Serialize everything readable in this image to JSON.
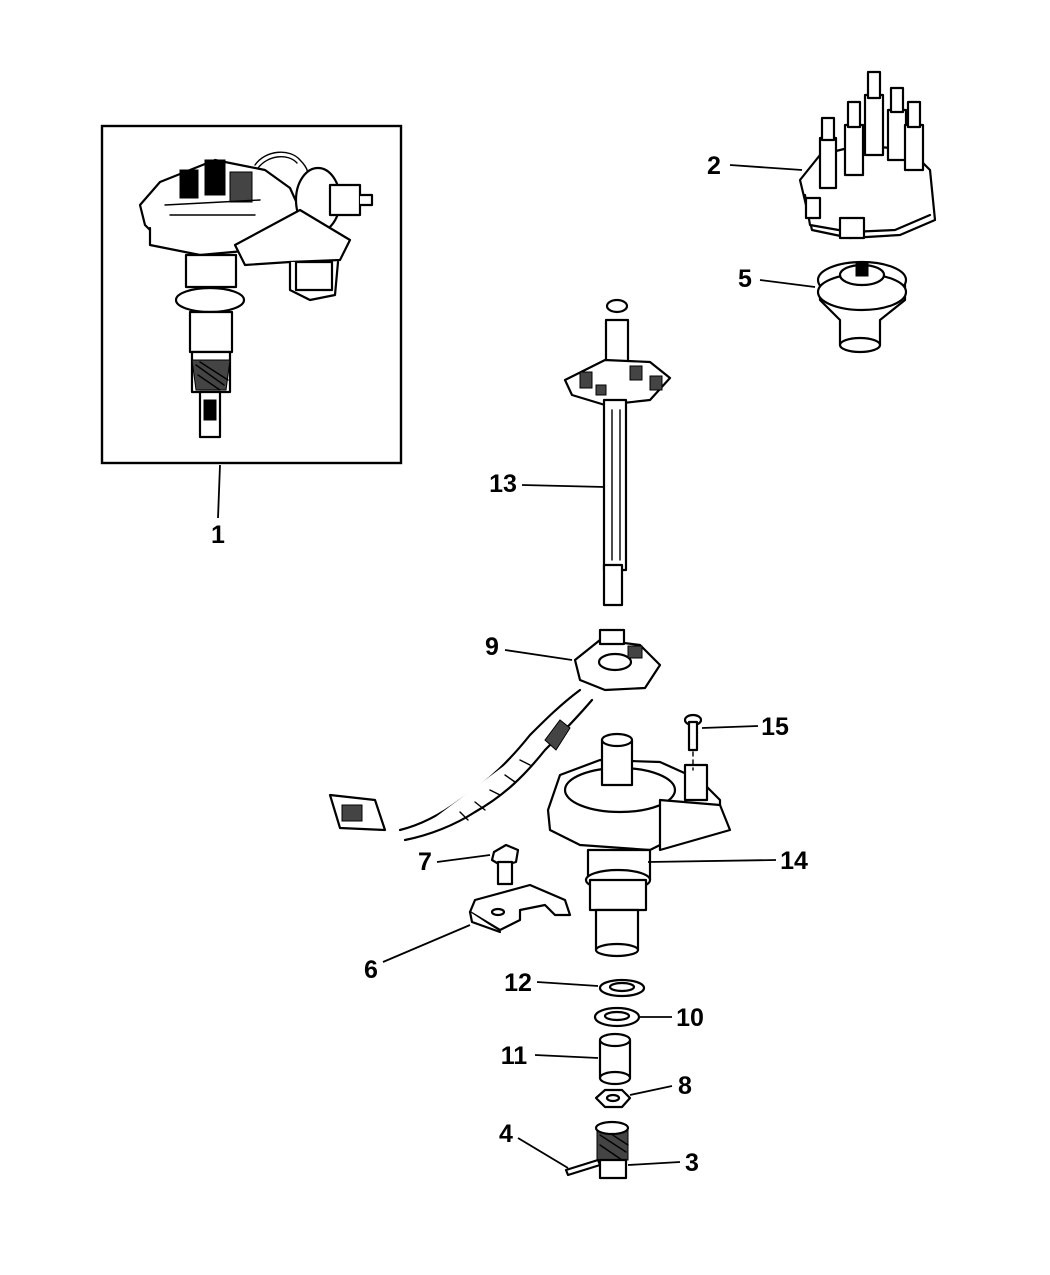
{
  "diagram": {
    "callouts": [
      {
        "id": "1",
        "label": "1"
      },
      {
        "id": "2",
        "label": "2"
      },
      {
        "id": "3",
        "label": "3"
      },
      {
        "id": "4",
        "label": "4"
      },
      {
        "id": "5",
        "label": "5"
      },
      {
        "id": "6",
        "label": "6"
      },
      {
        "id": "7",
        "label": "7"
      },
      {
        "id": "8",
        "label": "8"
      },
      {
        "id": "9",
        "label": "9"
      },
      {
        "id": "10",
        "label": "10"
      },
      {
        "id": "11",
        "label": "11"
      },
      {
        "id": "12",
        "label": "12"
      },
      {
        "id": "13",
        "label": "13"
      },
      {
        "id": "14",
        "label": "14"
      },
      {
        "id": "15",
        "label": "15"
      }
    ],
    "colors": {
      "ink": "#000000",
      "paper": "#ffffff"
    }
  }
}
